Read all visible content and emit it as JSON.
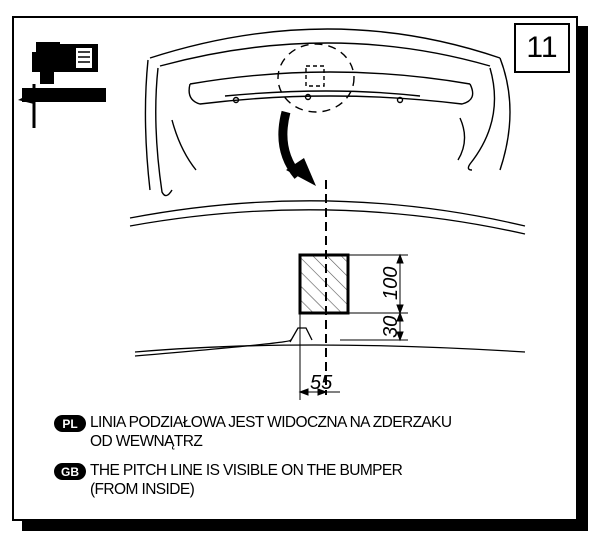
{
  "step_number": "11",
  "dimensions": {
    "height_box": "100",
    "height_gap": "30",
    "width_offset": "55"
  },
  "captions": [
    {
      "lang": "PL",
      "lines": [
        "LINIA PODZIAŁOWA JEST WIDOCZNA NA ZDERZAKU",
        "OD WEWNĄTRZ"
      ]
    },
    {
      "lang": "GB",
      "lines": [
        "THE PITCH LINE IS VISIBLE ON THE BUMPER",
        " (FROM INSIDE)"
      ]
    }
  ],
  "icons": {
    "tool": "jigsaw-icon"
  }
}
